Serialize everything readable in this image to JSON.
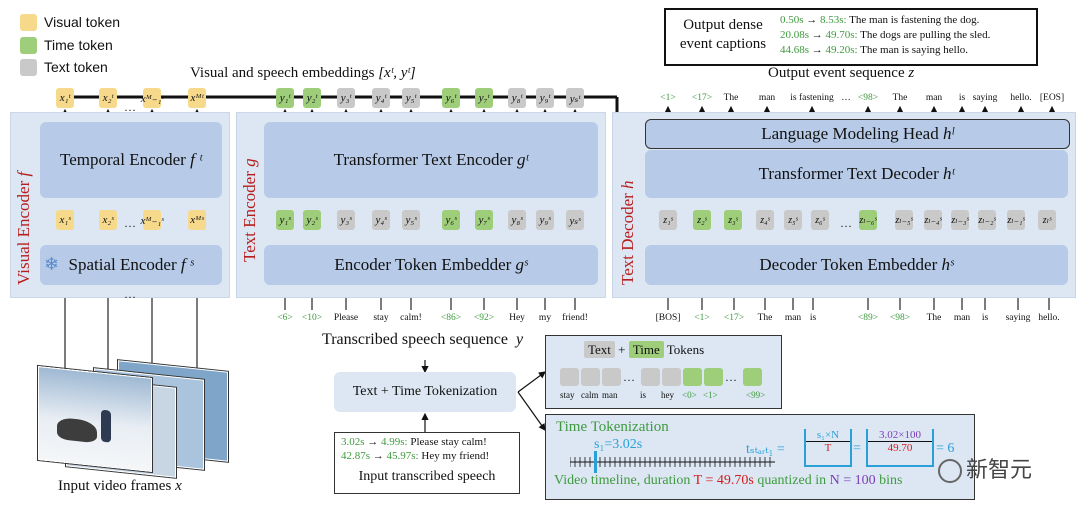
{
  "legend": {
    "visual": "Visual token",
    "time": "Time token",
    "text": "Text token",
    "colors": {
      "visual": "#f7d98b",
      "time": "#9fce7b",
      "text": "#c9c9c9"
    }
  },
  "output_captions": {
    "title_line1": "Output dense",
    "title_line2": "event captions",
    "items": [
      {
        "time": "0.50s",
        "end": "8.53s:",
        "text": "The man is fastening the dog."
      },
      {
        "time": "20.08s",
        "end": "49.70s:",
        "text": "The dogs are pulling the sled."
      },
      {
        "time": "44.68s",
        "end": "49.20s:",
        "text": "The man is saying hello."
      }
    ]
  },
  "embeddings_label": "Visual and speech embeddings",
  "embeddings_math": "[xᵗ, yᵗ]",
  "output_seq_label": "Output event sequence",
  "output_seq_var": "z",
  "visual_encoder": {
    "label": "Visual Encoder",
    "var": "f",
    "temporal": "Temporal Encoder",
    "temporal_var": "f ᵗ",
    "spatial": "Spatial Encoder",
    "spatial_var": "f ˢ",
    "top_tokens": [
      "x₁ᵗ",
      "x₂ᵗ",
      "…",
      "xᴹ₋₁ᵗ",
      "xᴹᵗ"
    ],
    "mid_tokens": [
      "x₁ˢ",
      "x₂ˢ",
      "…",
      "xᴹ₋₁ˢ",
      "xᴹˢ"
    ],
    "dots": "…"
  },
  "text_encoder": {
    "label": "Text Encoder",
    "var": "g",
    "transformer": "Transformer Text Encoder",
    "transformer_var": "gᵗ",
    "embedder": "Encoder Token Embedder",
    "embedder_var": "gˢ",
    "top_tokens": [
      "y₁ᵗ",
      "y₂ᵗ",
      "y₃ᵗ",
      "y₄ᵗ",
      "y₅ᵗ",
      "y₆ᵗ",
      "y₇ᵗ",
      "y₈ᵗ",
      "y₉ᵗ",
      "yₛᵗ"
    ],
    "mid_tokens": [
      "y₁ˢ",
      "y₂ˢ",
      "y₃ˢ",
      "y₄ˢ",
      "y₅ˢ",
      "y₆ˢ",
      "y₇ˢ",
      "y₈ˢ",
      "y₉ˢ",
      "yₛˢ"
    ],
    "token_kinds": [
      "t",
      "t",
      "x",
      "x",
      "x",
      "t",
      "t",
      "x",
      "x",
      "x"
    ],
    "input_words": [
      "<6>",
      "<10>",
      "Please",
      "stay",
      "calm!",
      "<86>",
      "<92>",
      "Hey",
      "my",
      "friend!"
    ]
  },
  "text_decoder": {
    "label": "Text Decoder",
    "var": "h",
    "lm_head": "Language Modeling Head",
    "lm_head_var": "hˡ",
    "transformer": "Transformer Text Decoder",
    "transformer_var": "hᵗ",
    "embedder": "Decoder Token Embedder",
    "embedder_var": "hˢ",
    "out_words": [
      "<1>",
      "<17>",
      "The",
      "man",
      "is fastening",
      "…",
      "<98>",
      "The",
      "man",
      "is",
      "saying",
      "hello.",
      "[EOS]"
    ],
    "mid_tokens": [
      "z₁ˢ",
      "z₂ˢ",
      "z₃ˢ",
      "z₄ˢ",
      "z₅ˢ",
      "z₆ˢ",
      "…",
      "zₗ₋₆ˢ",
      "zₗ₋₅ˢ",
      "zₗ₋₄ˢ",
      "zₗ₋₃ˢ",
      "zₗ₋₂ˢ",
      "zₗ₋₁ˢ",
      "zₗˢ"
    ],
    "in_words": [
      "[BOS]",
      "<1>",
      "<17>",
      "The",
      "man",
      "is",
      "<89>",
      "<98>",
      "The",
      "man",
      "is",
      "saying",
      "hello."
    ]
  },
  "transcribed_label": "Transcribed speech sequence",
  "transcribed_var": "y",
  "tokenization_label": "Text + Time Tokenization",
  "tokens_legend": {
    "text": "Text",
    "plus": "+",
    "time": "Time",
    "tokens": "Tokens"
  },
  "tokens_row_words": [
    "stay",
    "calm",
    "man",
    "is",
    "hey",
    "<0>",
    "<1>",
    "<99>"
  ],
  "speech_input": {
    "lines": [
      {
        "time": "3.02s",
        "end": "4.99s:",
        "text": "Please stay calm!"
      },
      {
        "time": "42.87s",
        "end": "45.97s:",
        "text": "Hey my friend!"
      }
    ],
    "label": "Input transcribed speech"
  },
  "time_tokenization": {
    "title": "Time Tokenization",
    "s1": "s₁=3.02s",
    "tstart": "tₛₜₐᵣₜ₁ =",
    "frac_num": "s₁×N",
    "frac_den": "T",
    "frac2_num": "3.02×100",
    "frac2_den": "49.70",
    "equals_result": "= 6",
    "timeline_text": "Video timeline, duration",
    "T_value": "T = 49.70s",
    "quantized": "quantized in",
    "N_value": "N = 100",
    "bins": "bins"
  },
  "input_frames_label": "Input video frames",
  "input_frames_var": "x",
  "watermark": "新智元"
}
